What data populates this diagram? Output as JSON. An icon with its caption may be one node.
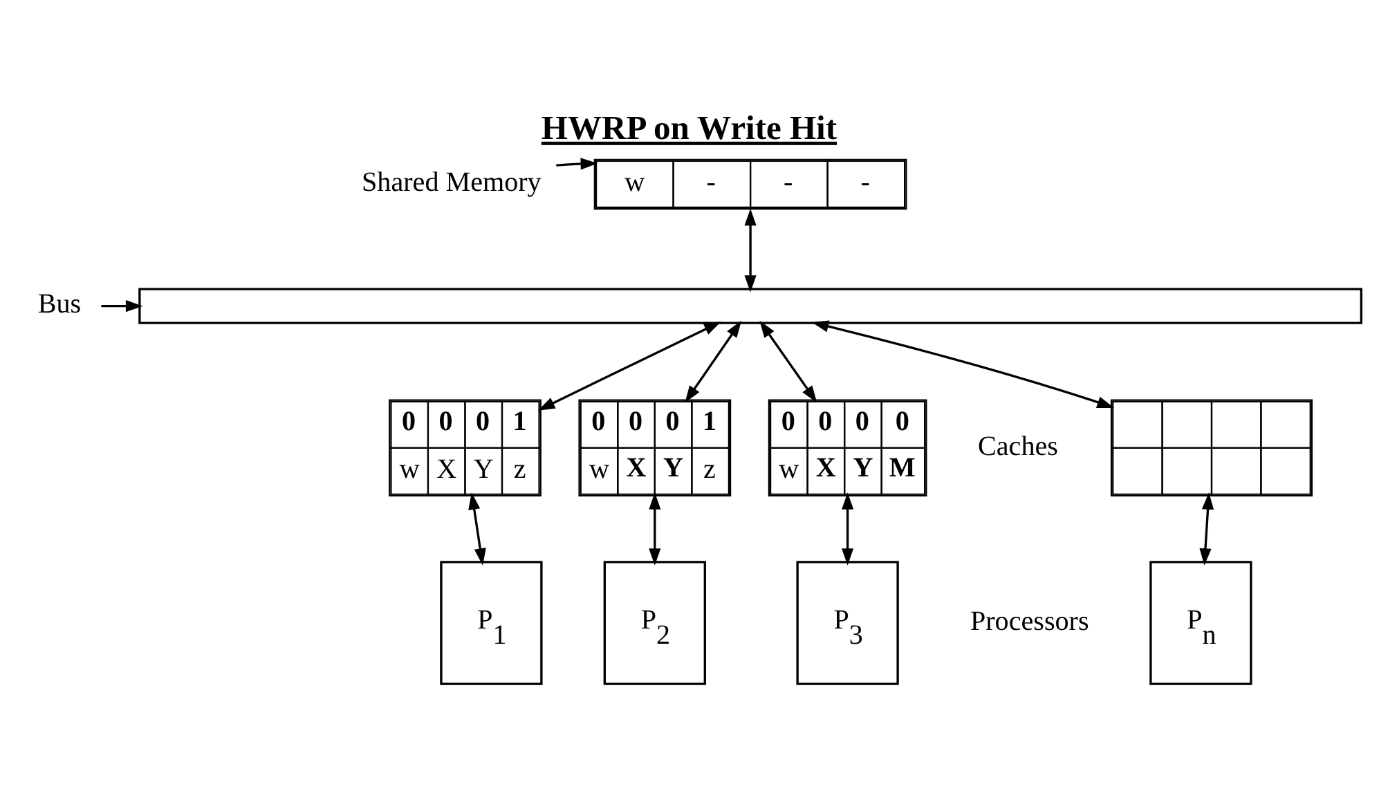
{
  "diagram": {
    "title": "HWRP on Write Hit",
    "nodes": [
      {
        "text": [
          "Shared Memory"
        ]
      },
      {
        "text": [
          "w",
          "-",
          "-",
          "-"
        ]
      },
      {
        "text": [
          "Bus"
        ]
      },
      {
        "text": [],
        "shape": "bar"
      },
      {
        "text": [
          "0",
          "0",
          "0",
          "1",
          "w",
          "X",
          "Y",
          "z"
        ]
      },
      {
        "text": [
          "0",
          "0",
          "0",
          "1",
          "w",
          "**X**",
          "**Y**",
          "z"
        ]
      },
      {
        "text": [
          "0",
          "0",
          "0",
          "0",
          "w",
          "**X**",
          "**Y**",
          "**M**"
        ]
      },
      {
        "text": [],
        "shape": "box"
      },
      {
        "text": [
          "P$_{1}$"
        ]
      },
      {
        "text": [
          "P$_{2}$"
        ]
      },
      {
        "text": [
          "P$_{3}$"
        ]
      },
      {
        "text": [
          "P$_{n}$"
        ]
      }
    ],
    "edges": [
      {
        "from": 0,
        "to": 1,
        "arrow": "to"
      },
      {
        "from": 2,
        "to": 3,
        "arrow": "to"
      },
      {
        "from": 1,
        "to": 3,
        "arrow": "both"
      },
      {
        "from": 3,
        "to": 4,
        "arrow": "both"
      },
      {
        "from": 3,
        "to": 5,
        "arrow": "both"
      },
      {
        "from": 3,
        "to": 6,
        "arrow": "both"
      },
      {
        "from": 3,
        "to": 7,
        "arrow": "both"
      },
      {
        "from": 4,
        "to": 8,
        "arrow": "both"
      },
      {
        "from": 5,
        "to": 9,
        "arrow": "both"
      },
      {
        "from": 6,
        "to": 10,
        "arrow": "both"
      },
      {
        "from": 7,
        "to": 11,
        "arrow": "both"
      }
    ],
    "labels": [
      "Caches",
      "Processors"
    ]
  }
}
